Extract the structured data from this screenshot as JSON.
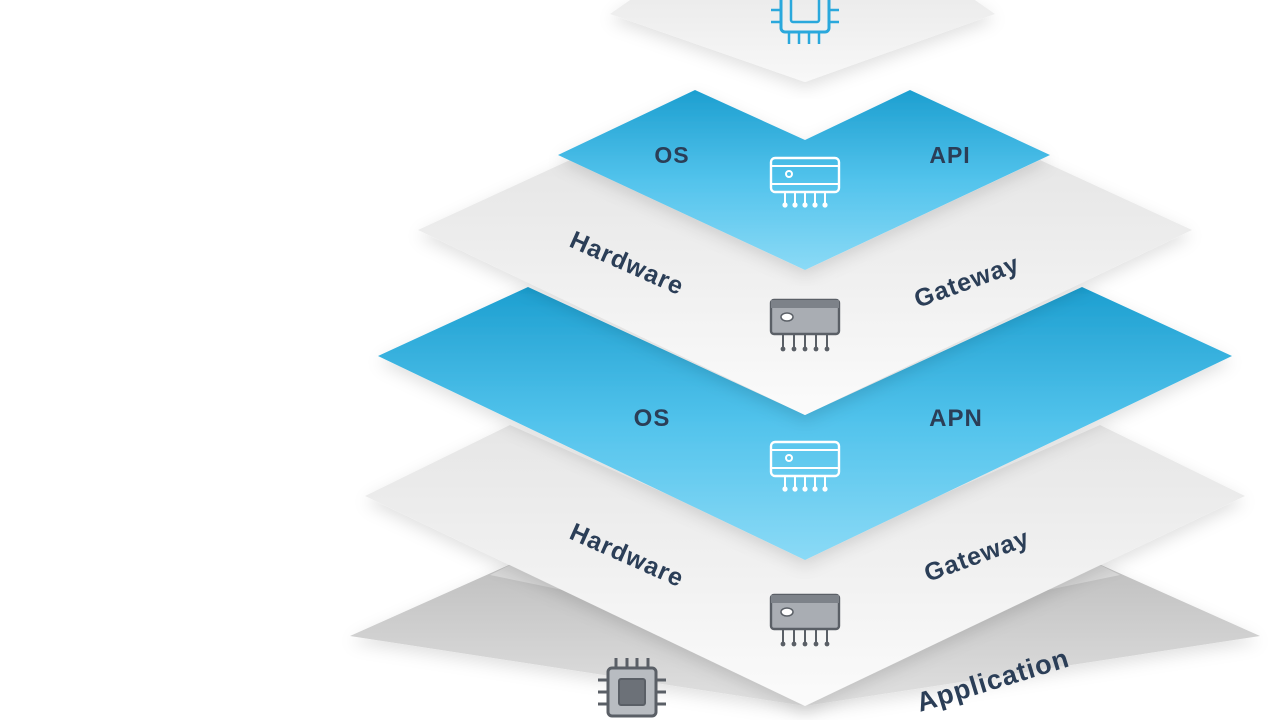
{
  "layers": [
    {
      "id": "layer-top-chip",
      "style": "light",
      "icon": "cpu-chip-icon",
      "labels": []
    },
    {
      "id": "layer-1-blue",
      "style": "blue",
      "icon": "module-icon",
      "labels": [
        {
          "key": "left",
          "text": "OS"
        },
        {
          "key": "right",
          "text": "API"
        }
      ]
    },
    {
      "id": "layer-2-light",
      "style": "light",
      "icon": "module-icon",
      "labels": [
        {
          "key": "left",
          "text": "Hardware"
        },
        {
          "key": "right",
          "text": "Gateway"
        }
      ]
    },
    {
      "id": "layer-3-blue",
      "style": "blue",
      "icon": "module-icon",
      "labels": [
        {
          "key": "left",
          "text": "OS"
        },
        {
          "key": "right",
          "text": "APN"
        }
      ]
    },
    {
      "id": "layer-4-light",
      "style": "light",
      "icon": "module-icon",
      "labels": [
        {
          "key": "left",
          "text": "Hardware"
        },
        {
          "key": "right",
          "text": "Gateway"
        }
      ]
    },
    {
      "id": "layer-5-gray",
      "style": "gray",
      "icon": "cpu-chip-icon",
      "labels": [
        {
          "key": "right",
          "text": "Application"
        }
      ]
    }
  ],
  "colors": {
    "blue_light": "#5cc8ee",
    "blue_dark": "#1d9fd0",
    "icon_blue": "#2aa8dc",
    "light_layer": "#f1f1f1",
    "gray_layer": "#cfcfcf",
    "icon_gray": "#5a5f66",
    "text": "#2b3e57"
  }
}
